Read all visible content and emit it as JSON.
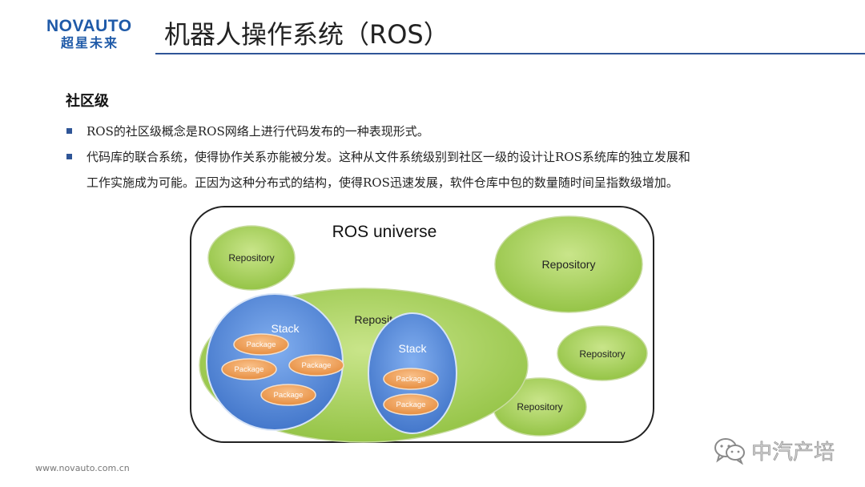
{
  "header": {
    "logo_main": "NOVAUTO",
    "logo_sub": "超星未来",
    "title": "机器人操作系统（ROS）"
  },
  "section": {
    "heading": "社区级"
  },
  "bullets": [
    "ROS的社区级概念是ROS网络上进行代码发布的一种表现形式。",
    "代码库的联合系统，使得协作关系亦能被分发。这种从文件系统级别到社区一级的设计让ROS系统库的独立发展和",
    "工作实施成为可能。正因为这种分布式的结构，使得ROS迅速发展，软件仓库中包的数量随时间呈指数级增加。"
  ],
  "diagram": {
    "universe_label": "ROS universe",
    "repo_small_left": "Repository",
    "repo_top_right": "Repository",
    "repo_mid_right": "Repository",
    "repo_bottom_right": "Repository",
    "repo_big": "Repository",
    "stack_left": "Stack",
    "stack_right": "Stack",
    "packages": [
      "Package",
      "Package",
      "Package",
      "Package",
      "Package",
      "Package"
    ],
    "colors": {
      "repository_fill": "#a6d056",
      "stack_fill": "#5b8fdb",
      "package_fill": "#f0a35c"
    }
  },
  "footer": {
    "url": "www.novauto.com.cn"
  },
  "watermark": {
    "text": "中汽产培",
    "icon": "wechat-icon"
  }
}
